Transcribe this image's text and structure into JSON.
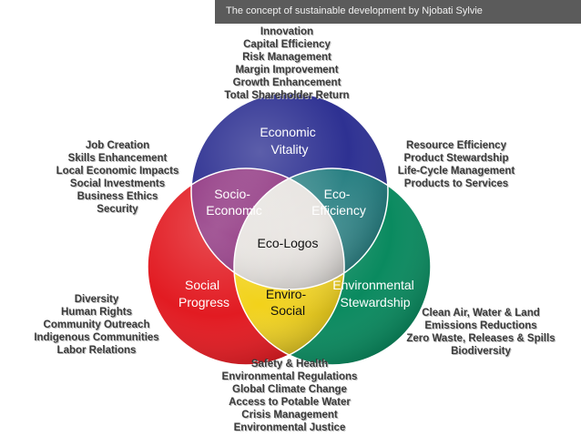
{
  "header": {
    "caption": "The concept of sustainable development by Njobati Sylvie"
  },
  "colors": {
    "economic": "#2e3192",
    "social": "#e21b22",
    "environmental": "#0a8a5f",
    "socio_economic": "#8a2a7a",
    "eco_efficiency": "#1f7a7d",
    "enviro_social": "#f2d21a",
    "eco_logos": "#e4e0dc"
  },
  "regions": {
    "economic": [
      "Economic",
      "Vitality"
    ],
    "social": [
      "Social",
      "Progress"
    ],
    "environmental": [
      "Environmental",
      "Stewardship"
    ],
    "socio_economic": [
      "Socio-",
      "Economic"
    ],
    "eco_efficiency": [
      "Eco-",
      "Efficiency"
    ],
    "enviro_social": [
      "Enviro-",
      "Social"
    ],
    "eco_logos": "Eco-Logos"
  },
  "lists": {
    "top": [
      "Innovation",
      "Capital Efficiency",
      "Risk Management",
      "Margin Improvement",
      "Growth Enhancement",
      "Total Shareholder Return"
    ],
    "left": [
      "Job Creation",
      "Skills Enhancement",
      "Local Economic Impacts",
      "Social Investments",
      "Business Ethics",
      "Security"
    ],
    "right": [
      "Resource Efficiency",
      "Product Stewardship",
      "Life-Cycle Management",
      "Products to Services"
    ],
    "bottom_left": [
      "Diversity",
      "Human Rights",
      "Community Outreach",
      "Indigenous Communities",
      "Labor Relations"
    ],
    "bottom_right": [
      "Clean Air, Water & Land",
      "Emissions Reductions",
      "Zero Waste, Releases & Spills",
      "Biodiversity"
    ],
    "bottom": [
      "Safety & Health",
      "Environmental Regulations",
      "Global Climate Change",
      "Access to Potable Water",
      "Crisis Management",
      "Environmental Justice"
    ]
  }
}
